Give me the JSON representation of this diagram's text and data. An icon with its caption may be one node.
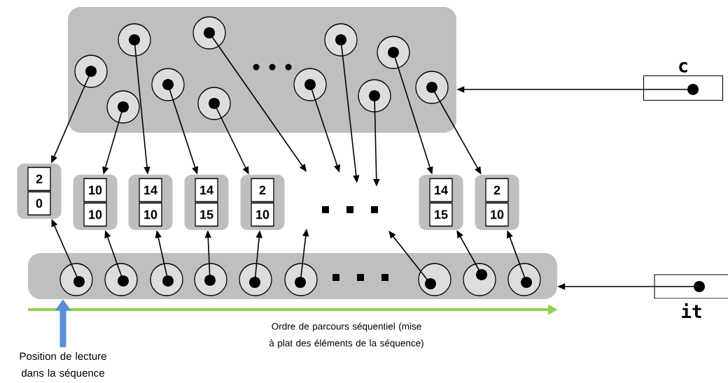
{
  "diagram": {
    "nodes": [
      {
        "text": [],
        "shape": "box"
      },
      {
        "text": [],
        "shape": "circle",
        "in": 0
      },
      {
        "text": [],
        "shape": "circle",
        "in": 0
      },
      {
        "text": [],
        "shape": "circle",
        "in": 0
      },
      {
        "text": [],
        "shape": "circle",
        "in": 0
      },
      {
        "text": [],
        "shape": "circle",
        "in": 0
      },
      {
        "text": [],
        "shape": "circle",
        "in": 0
      },
      {
        "text": [],
        "shape": "circle",
        "in": 0
      },
      {
        "text": [],
        "shape": "circle",
        "in": 0
      },
      {
        "text": [],
        "shape": "circle",
        "in": 0
      },
      {
        "text": [],
        "shape": "circle",
        "in": 0
      },
      {
        "text": [],
        "shape": "circle",
        "in": 0
      },
      {
        "text": [
          "c"
        ]
      },
      {
        "text": [],
        "shape": "box"
      },
      {
        "text": [
          "2"
        ],
        "in": 13
      },
      {
        "text": [
          "0"
        ],
        "in": 13
      },
      {
        "text": [],
        "shape": "box"
      },
      {
        "text": [
          "10"
        ],
        "in": 16
      },
      {
        "text": [
          "10"
        ],
        "in": 16
      },
      {
        "text": [],
        "shape": "box"
      },
      {
        "text": [
          "14"
        ],
        "in": 19
      },
      {
        "text": [
          "10"
        ],
        "in": 19
      },
      {
        "text": [],
        "shape": "box"
      },
      {
        "text": [
          "14"
        ],
        "in": 22
      },
      {
        "text": [
          "15"
        ],
        "in": 22
      },
      {
        "text": [],
        "shape": "box"
      },
      {
        "text": [
          "2"
        ],
        "in": 25
      },
      {
        "text": [
          "10"
        ],
        "in": 25
      },
      {
        "text": [],
        "shape": "box"
      },
      {
        "text": [
          "14"
        ],
        "in": 28
      },
      {
        "text": [
          "15"
        ],
        "in": 28
      },
      {
        "text": [],
        "shape": "box"
      },
      {
        "text": [
          "2"
        ],
        "in": 31
      },
      {
        "text": [
          "10"
        ],
        "in": 31
      },
      {
        "text": [],
        "shape": "box"
      },
      {
        "text": [],
        "shape": "circle",
        "in": 34
      },
      {
        "text": [],
        "shape": "circle",
        "in": 34
      },
      {
        "text": [],
        "shape": "circle",
        "in": 34
      },
      {
        "text": [],
        "shape": "circle",
        "in": 34
      },
      {
        "text": [],
        "shape": "circle",
        "in": 34
      },
      {
        "text": [],
        "shape": "circle",
        "in": 34
      },
      {
        "text": [],
        "shape": "circle",
        "in": 34
      },
      {
        "text": [],
        "shape": "circle",
        "in": 34
      },
      {
        "text": [],
        "shape": "circle",
        "in": 34
      },
      {
        "text": [
          "it"
        ]
      },
      {
        "text": [
          "Position de lecture dans la séquence"
        ]
      }
    ],
    "edges": [
      {
        "from": 1,
        "to": 13,
        "arrow": "to"
      },
      {
        "from": 2,
        "to": 16,
        "arrow": "to"
      },
      {
        "from": 3,
        "to": 19,
        "arrow": "to"
      },
      {
        "from": 4,
        "to": 22,
        "arrow": "to"
      },
      {
        "from": 5,
        "to": null,
        "arrow": "to"
      },
      {
        "from": 6,
        "to": 25,
        "arrow": "to"
      },
      {
        "from": 7,
        "to": null,
        "arrow": "to"
      },
      {
        "from": 8,
        "to": null,
        "arrow": "to"
      },
      {
        "from": 9,
        "to": null,
        "arrow": "to"
      },
      {
        "from": 10,
        "to": 28,
        "arrow": "to"
      },
      {
        "from": 11,
        "to": 31,
        "arrow": "to"
      },
      {
        "from": 12,
        "to": 0,
        "arrow": "to"
      },
      {
        "from": 35,
        "to": 13,
        "arrow": "to"
      },
      {
        "from": 36,
        "to": 16,
        "arrow": "to"
      },
      {
        "from": 37,
        "to": 19,
        "arrow": "to"
      },
      {
        "from": 38,
        "to": 22,
        "arrow": "to"
      },
      {
        "from": 39,
        "to": 25,
        "arrow": "to"
      },
      {
        "from": 40,
        "to": null,
        "arrow": "to"
      },
      {
        "from": 41,
        "to": null,
        "arrow": "to"
      },
      {
        "from": 42,
        "to": 28,
        "arrow": "to"
      },
      {
        "from": 43,
        "to": 31,
        "arrow": "to"
      },
      {
        "from": 44,
        "to": 34,
        "arrow": "to"
      },
      {
        "from": 45,
        "to": 34,
        "arrow": "to",
        "style": "thick",
        "color": "#5b8fd6"
      }
    ],
    "labels": [
      "Ordre de parcours séquentiel (mise à plat des éléments de la séquence)"
    ]
  }
}
